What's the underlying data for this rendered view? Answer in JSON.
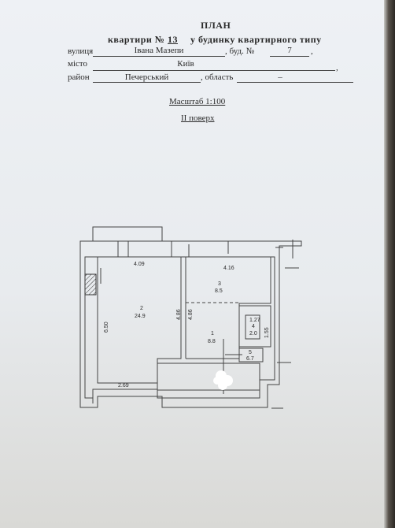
{
  "header": {
    "title": "ПЛАН",
    "apartment_label": "квартири №",
    "apartment_no": "13",
    "building_type": "у будинку квартирного типу"
  },
  "address": {
    "street_label": "вулиця",
    "street": "Івана Мазепи",
    "building_label": ", буд. №",
    "building_no": "7",
    "city_label": "місто",
    "city": "Київ",
    "district_label": "район",
    "district": "Печерський",
    "region_label": ", область",
    "region": "–"
  },
  "scale": "Масштаб 1:100",
  "floor": "II поверх",
  "plan": {
    "dimensions": {
      "top_left": "4.09",
      "top_right": "4.16",
      "left_height": "6.50",
      "mid_a": "4.86",
      "mid_b": "4.86",
      "bottom_left": "2.69",
      "small_w": "1.27",
      "small_h": "1.55"
    },
    "rooms": [
      {
        "no": "2",
        "area": "24.9"
      },
      {
        "no": "3",
        "area": "8.5"
      },
      {
        "no": "1",
        "area": "8.8"
      },
      {
        "no": "4",
        "area": "2.0"
      },
      {
        "no": "5",
        "area": "6.7"
      }
    ]
  }
}
